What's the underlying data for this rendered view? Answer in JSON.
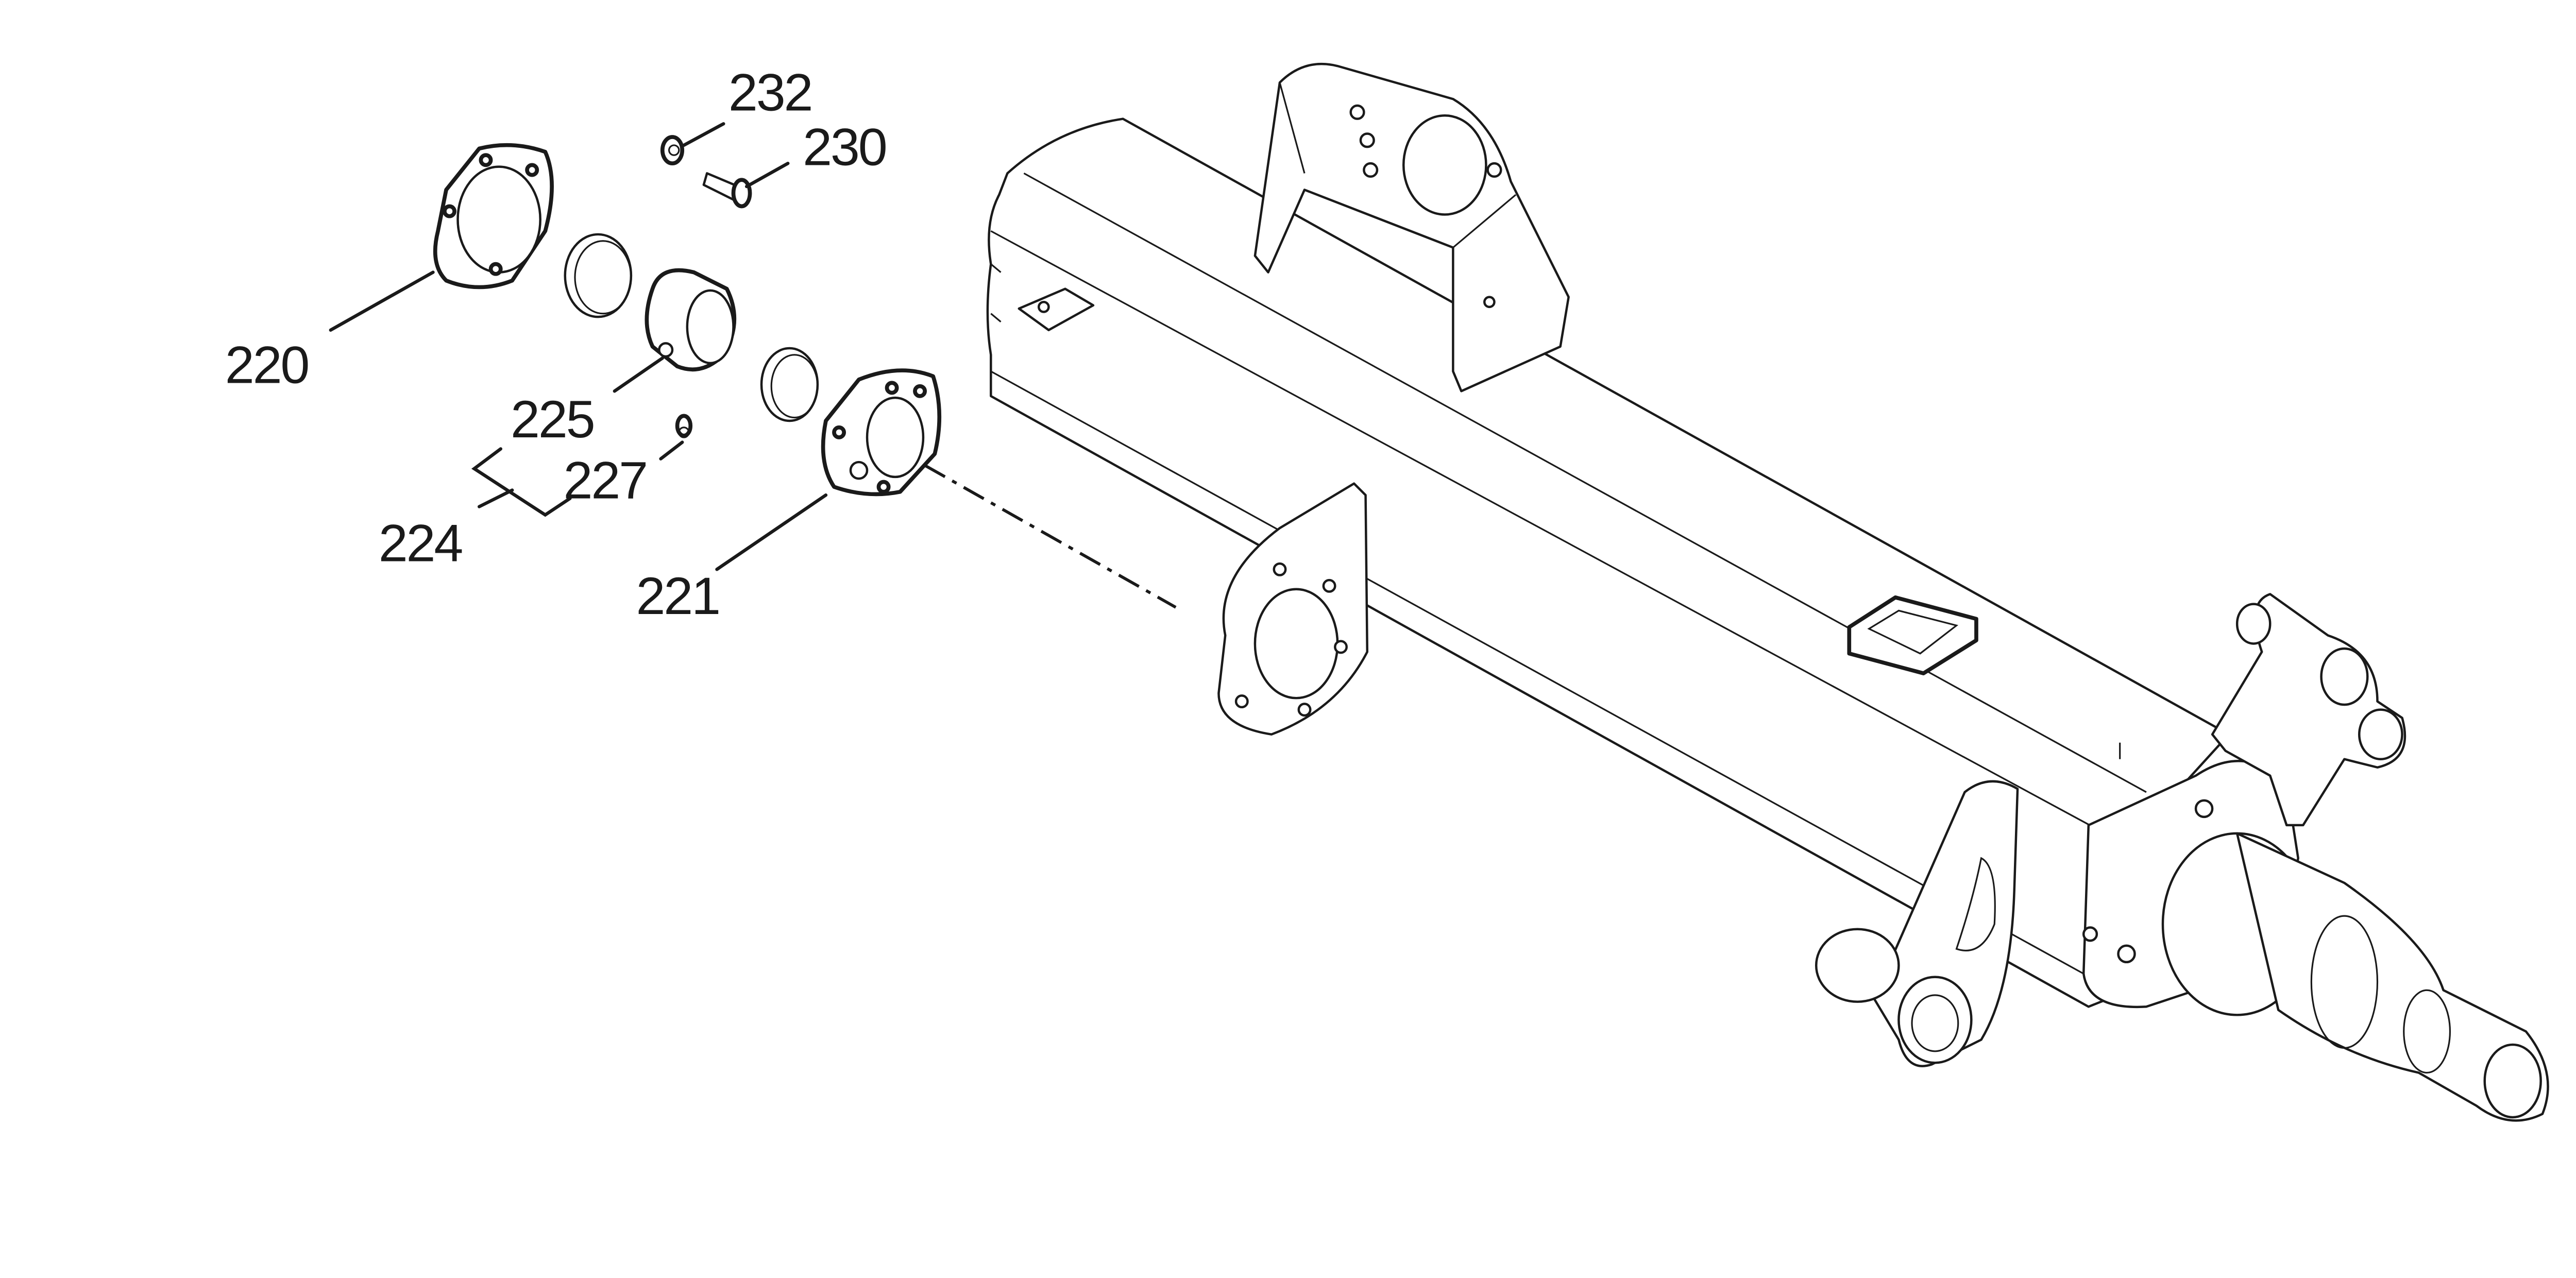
{
  "diagram": {
    "type": "exploded-parts-view",
    "subject": "axle"
  },
  "callouts": [
    {
      "id": "232",
      "text": "232"
    },
    {
      "id": "230",
      "text": "230"
    },
    {
      "id": "220",
      "text": "220"
    },
    {
      "id": "225",
      "text": "225"
    },
    {
      "id": "227",
      "text": "227"
    },
    {
      "id": "224",
      "text": "224"
    },
    {
      "id": "221",
      "text": "221"
    }
  ],
  "colors": {
    "line": "#1a1a1a",
    "background": "#ffffff"
  }
}
